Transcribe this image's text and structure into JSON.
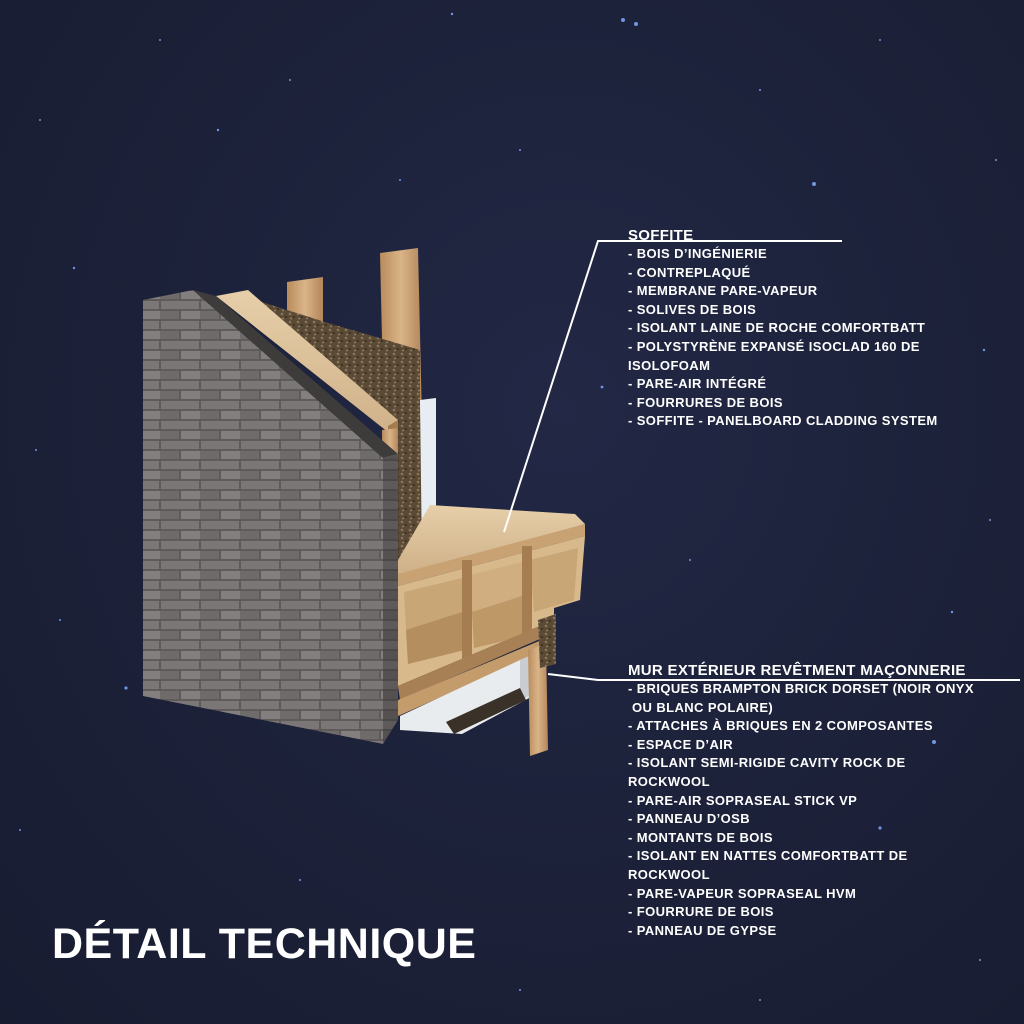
{
  "title": "DÉTAIL TECHNIQUE",
  "colors": {
    "background": "#1c2139",
    "text": "#ffffff",
    "star": "#7fa9ff",
    "brick": "#6f6c6b",
    "wood": "#d8b58a",
    "insulation": "#6b5a44"
  },
  "soffite": {
    "heading": "SOFFITE",
    "items": [
      "- BOIS D’INGÉNIERIE",
      "- CONTREPLAQUÉ",
      "- MEMBRANE PARE-VAPEUR",
      "- SOLIVES DE BOIS",
      "- ISOLANT LAINE DE ROCHE COMFORTBATT",
      "- POLYSTYRÈNE EXPANSÉ ISOCLAD 160 DE",
      "ISOLOFOAM",
      "- PARE-AIR INTÉGRÉ",
      "- FOURRURES DE BOIS",
      "- SOFFITE - PANELBOARD CLADDING SYSTEM"
    ]
  },
  "mur": {
    "heading": "MUR EXTÉRIEUR REVÊTMENT MAÇONNERIE",
    "items": [
      "- BRIQUES BRAMPTON BRICK DORSET (NOIR ONYX",
      " OU BLANC POLAIRE)",
      "- ATTACHES À BRIQUES EN 2 COMPOSANTES",
      "- ESPACE D’AIR",
      "- ISOLANT SEMI-RIGIDE CAVITY ROCK DE",
      "ROCKWOOL",
      "- PARE-AIR SOPRASEAL STICK VP",
      "- PANNEAU D’OSB",
      "- MONTANTS DE BOIS",
      "- ISOLANT EN NATTES COMFORTBATT DE",
      "ROCKWOOL",
      "- PARE-VAPEUR SOPRASEAL HVM",
      "- FOURRURE DE BOIS",
      "- PANNEAU DE GYPSE"
    ]
  }
}
